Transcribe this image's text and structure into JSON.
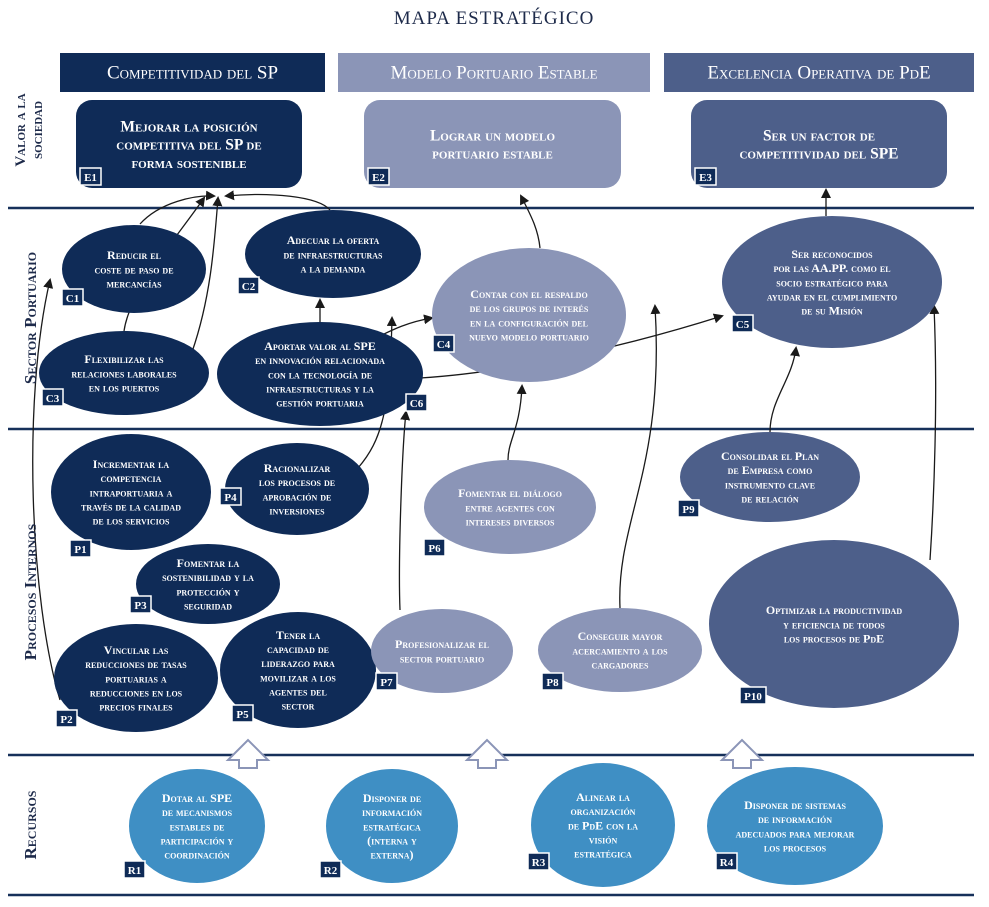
{
  "title": "MAPA ESTRATÉGICO",
  "colors": {
    "dark": "#0f2b57",
    "light": "#8b95b7",
    "mid": "#4d5f8a",
    "resource": "#3f8fc4",
    "divider": "#16305a"
  },
  "rows": [
    {
      "id": "row-valor",
      "label": [
        "Valor a la",
        "sociedad"
      ]
    },
    {
      "id": "row-sector",
      "label": [
        "Sector Portuario"
      ]
    },
    {
      "id": "row-procesos",
      "label": [
        "Procesos Internos"
      ]
    },
    {
      "id": "row-recursos",
      "label": [
        "Recursos"
      ]
    }
  ],
  "pillars": [
    {
      "id": "competitividad",
      "label": "Competitividad del SP",
      "color": "dark"
    },
    {
      "id": "modelo",
      "label": "Modelo Portuario Estable",
      "color": "light"
    },
    {
      "id": "excelencia",
      "label": "Excelencia Operativa de PdE",
      "color": "mid"
    }
  ],
  "nodes": [
    {
      "id": "E1",
      "tag": "E1",
      "color": "dark",
      "lines": [
        "Mejorar la posición",
        "competitiva del SP de",
        "forma sostenible"
      ]
    },
    {
      "id": "E2",
      "tag": "E2",
      "color": "light",
      "lines": [
        "Lograr un modelo",
        "portuario estable"
      ]
    },
    {
      "id": "E3",
      "tag": "E3",
      "color": "mid",
      "lines": [
        "Ser un factor de",
        "competitividad del SPE"
      ]
    },
    {
      "id": "C1",
      "tag": "C1",
      "color": "dark",
      "lines": [
        "Reducir el",
        "coste de paso de",
        "mercancías"
      ]
    },
    {
      "id": "C2",
      "tag": "C2",
      "color": "dark",
      "lines": [
        "Adecuar la oferta",
        "de infraestructuras",
        "a la demanda"
      ]
    },
    {
      "id": "C3",
      "tag": "C3",
      "color": "dark",
      "lines": [
        "Flexibilizar las",
        "relaciones laborales",
        "en los puertos"
      ]
    },
    {
      "id": "C6",
      "tag": "C6",
      "color": "dark",
      "lines": [
        "Aportar valor al SPE",
        "en innovación relacionada",
        "con la tecnología de",
        "infraestructuras y la",
        "gestión portuaria"
      ]
    },
    {
      "id": "C4",
      "tag": "C4",
      "color": "light",
      "lines": [
        "Contar con el respaldo",
        "de los grupos de interés",
        "en la configuración del",
        "nuevo modelo portuario"
      ]
    },
    {
      "id": "C5",
      "tag": "C5",
      "color": "mid",
      "lines": [
        "Ser reconocidos",
        "por las AA.PP. como el",
        "socio estratégico para",
        "ayudar en el cumplimiento",
        "de su Misión"
      ]
    },
    {
      "id": "P1",
      "tag": "P1",
      "color": "dark",
      "lines": [
        "Incrementar la",
        "competencia",
        "intraportuaria a",
        "través de la calidad",
        "de los servicios"
      ]
    },
    {
      "id": "P4",
      "tag": "P4",
      "color": "dark",
      "lines": [
        "Racionalizar",
        "los procesos de",
        "aprobación de",
        "inversiones"
      ]
    },
    {
      "id": "P3",
      "tag": "P3",
      "color": "dark",
      "lines": [
        "Fomentar la",
        "sostenibilidad y la",
        "protección y",
        "seguridad"
      ]
    },
    {
      "id": "P2",
      "tag": "P2",
      "color": "dark",
      "lines": [
        "Vincular las",
        "reducciones de tasas",
        "portuarias a",
        "reducciones en los",
        "precios finales"
      ]
    },
    {
      "id": "P5",
      "tag": "P5",
      "color": "dark",
      "lines": [
        "Tener la",
        "capacidad de",
        "liderazgo para",
        "movilizar a los",
        "agentes del",
        "sector"
      ]
    },
    {
      "id": "P6",
      "tag": "P6",
      "color": "light",
      "lines": [
        "Fomentar el diálogo",
        "entre agentes con",
        "intereses diversos"
      ]
    },
    {
      "id": "P7",
      "tag": "P7",
      "color": "light",
      "lines": [
        "Profesionalizar el",
        "sector portuario"
      ]
    },
    {
      "id": "P8",
      "tag": "P8",
      "color": "light",
      "lines": [
        "Conseguir mayor",
        "acercamiento a los",
        "cargadores"
      ]
    },
    {
      "id": "P9",
      "tag": "P9",
      "color": "mid",
      "lines": [
        "Consolidar el Plan",
        "de Empresa como",
        "instrumento clave",
        "de relación"
      ]
    },
    {
      "id": "P10",
      "tag": "P10",
      "color": "mid",
      "lines": [
        "Optimizar la productividad",
        "y eficiencia de todos",
        "los procesos de PdE"
      ]
    },
    {
      "id": "R1",
      "tag": "R1",
      "color": "resource",
      "lines": [
        "Dotar al SPE",
        "de mecanismos",
        "estables de",
        "participación y",
        "coordinación"
      ]
    },
    {
      "id": "R2",
      "tag": "R2",
      "color": "resource",
      "lines": [
        "Disponer de",
        "información",
        "estratégica",
        "(interna y",
        "externa)"
      ]
    },
    {
      "id": "R3",
      "tag": "R3",
      "color": "resource",
      "lines": [
        "Alinear la",
        "organización",
        "de PdE con la",
        "visión",
        "estratégica"
      ]
    },
    {
      "id": "R4",
      "tag": "R4",
      "color": "resource",
      "lines": [
        "Disponer de sistemas",
        "de información",
        "adecuados para mejorar",
        "los procesos"
      ]
    }
  ]
}
